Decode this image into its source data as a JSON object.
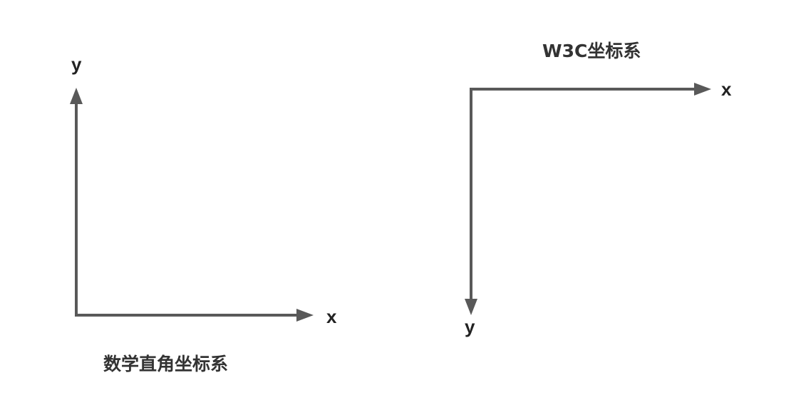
{
  "left_diagram": {
    "caption": "数学直角坐标系",
    "x_label": "x",
    "y_label": "y"
  },
  "right_diagram": {
    "caption": "W3C坐标系",
    "x_label": "x",
    "y_label": "y"
  },
  "colors": {
    "axis": "#595959",
    "label": "#222222",
    "caption": "#333333",
    "background": "#ffffff"
  }
}
